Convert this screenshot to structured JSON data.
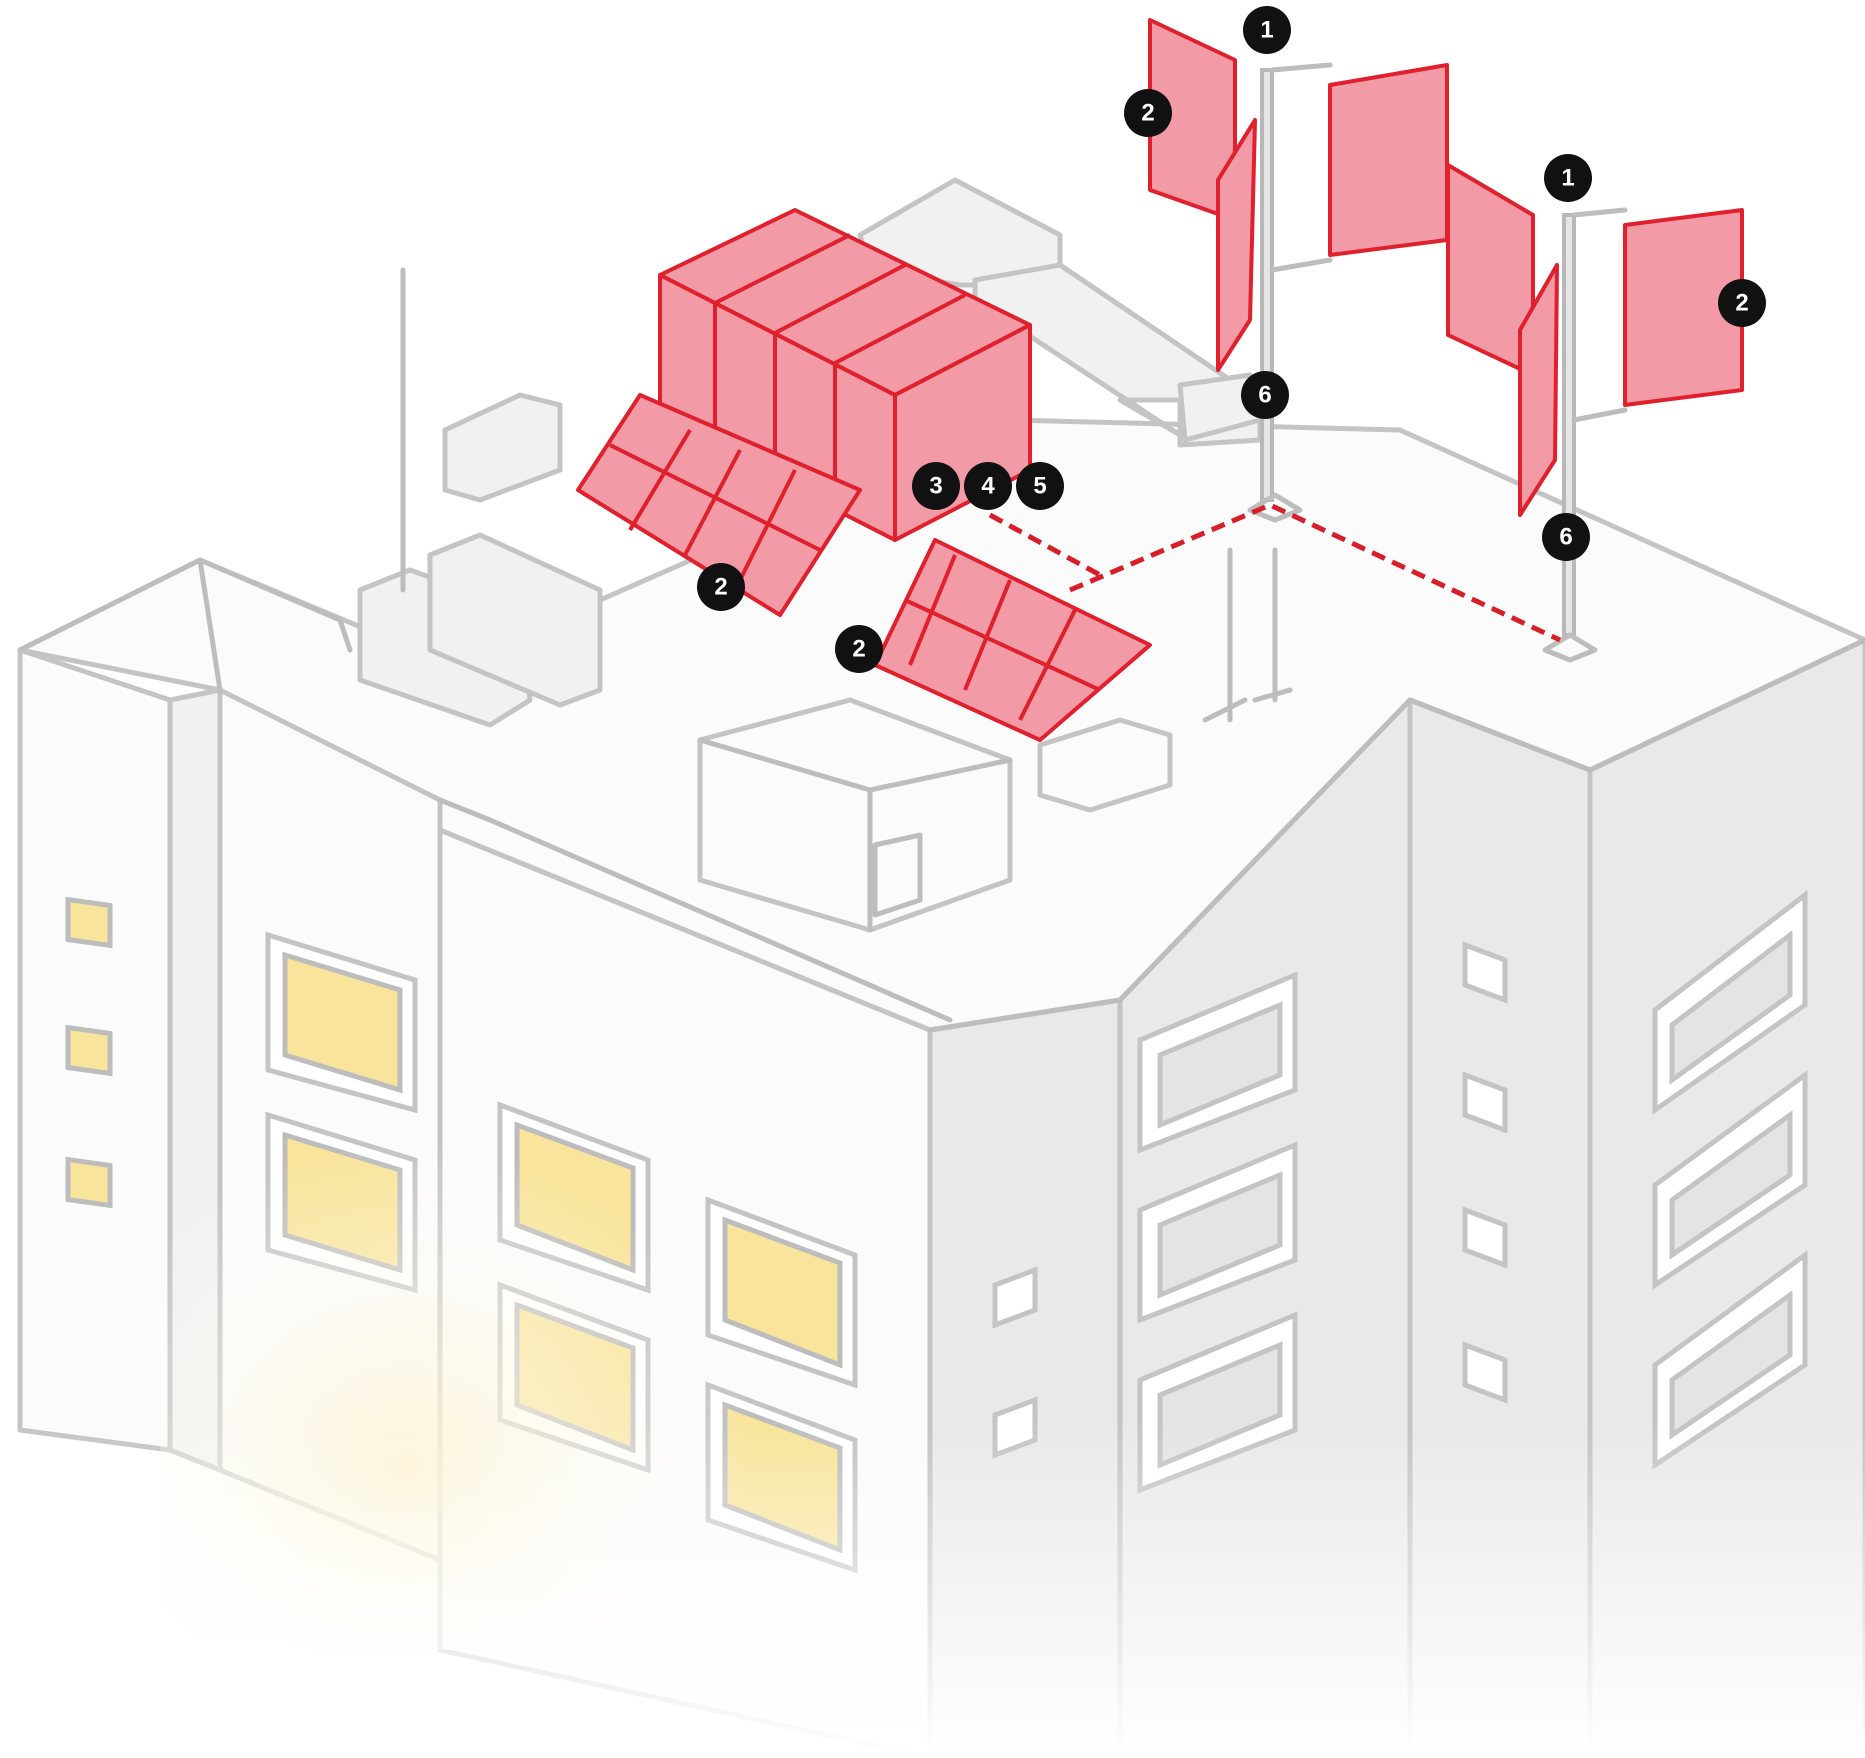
{
  "diagram": {
    "accent_color": "#e0202c",
    "accent_fill": "#f29aa6",
    "lit_window_color": "#f8e49a",
    "callouts": {
      "wind_turbine_left": "1",
      "wind_turbine_right": "1",
      "blade_left": "2",
      "blade_right": "2",
      "solar_panel_rear": "2",
      "solar_panel_front": "2",
      "equipment_3": "3",
      "equipment_4": "4",
      "equipment_5": "5",
      "mast_base_left": "6",
      "mast_base_right": "6"
    }
  }
}
